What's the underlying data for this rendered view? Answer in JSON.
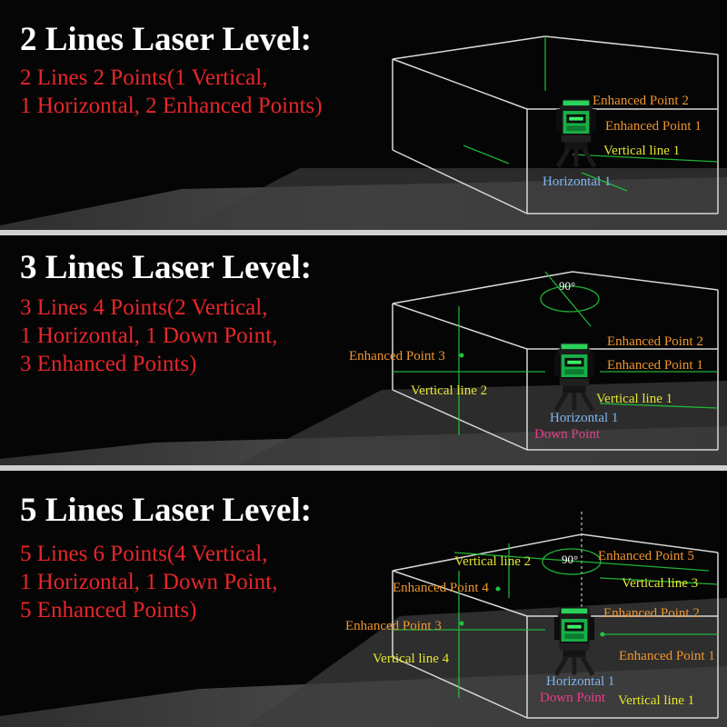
{
  "colors": {
    "title": "#ffffff",
    "description": "#e8262a",
    "enhanced_label": "#f0962e",
    "vertical_label": "#e6e62e",
    "horizontal_label": "#7fb6f2",
    "down_label": "#ee3a8c",
    "laser_line": "#22c43c",
    "box_edge": "#d8d8d8"
  },
  "icons": {
    "device": "laser-level-device-icon",
    "angle": "ninety-degree-arc-icon"
  },
  "panels": [
    {
      "title": "2 Lines Laser Level:",
      "description": [
        "2 Lines 2 Points(1 Vertical,",
        "1 Horizontal, 2 Enhanced Points)"
      ],
      "labels": {
        "enhanced_point_2": "Enhanced Point 2",
        "enhanced_point_1": "Enhanced Point 1",
        "vertical_line_1": "Vertical line 1",
        "horizontal_1": "Horizontal 1"
      }
    },
    {
      "title": "3 Lines Laser Level:",
      "description": [
        "3 Lines 4 Points(2 Vertical,",
        "1 Horizontal, 1 Down Point,",
        "3 Enhanced Points)"
      ],
      "labels": {
        "angle": "90°",
        "enhanced_point_3": "Enhanced Point 3",
        "enhanced_point_2": "Enhanced Point 2",
        "enhanced_point_1": "Enhanced Point 1",
        "vertical_line_2": "Vertical line 2",
        "vertical_line_1": "Vertical line 1",
        "horizontal_1": "Horizontal 1",
        "down_point": "Down Point"
      }
    },
    {
      "title": "5 Lines Laser Level:",
      "description": [
        "5 Lines 6 Points(4 Vertical,",
        "1 Horizontal, 1 Down Point,",
        "5 Enhanced Points)"
      ],
      "labels": {
        "vertical_line_2": "Vertical line 2",
        "angle": "90°",
        "enhanced_point_5": "Enhanced Point 5",
        "vertical_line_3": "Vertical line 3",
        "enhanced_point_4": "Enhanced Point 4",
        "enhanced_point_2": "Enhanced Point 2",
        "enhanced_point_3": "Enhanced Point 3",
        "enhanced_point_1": "Enhanced Point 1",
        "vertical_line_4": "Vertical line 4",
        "horizontal_1": "Horizontal 1",
        "down_point": "Down Point",
        "vertical_line_1": "Vertical line 1"
      }
    }
  ]
}
